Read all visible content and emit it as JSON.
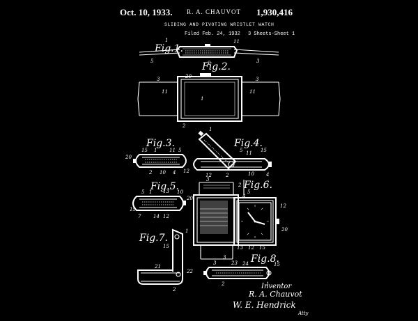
{
  "header": {
    "date": "Oct. 10, 1933.",
    "inventor_name": "R. A. CHAUVOT",
    "patent_number": "1,930,416",
    "title": "SLIDING AND PIVOTING WRISTLET WATCH",
    "filed": "Filed Feb. 24, 1932",
    "sheets": "3 Sheets-Sheet 1"
  },
  "figures": {
    "fig1": "Fig.1.",
    "fig2": "Fig.2.",
    "fig3": "Fig.3.",
    "fig4": "Fig.4.",
    "fig5": "Fig.5.",
    "fig6": "Fig.6.",
    "fig7": "Fig.7.",
    "fig8": "Fig.8."
  },
  "refs": {
    "r_1": "1",
    "r_2": "2",
    "r_3": "3",
    "r_4": "4",
    "r_5": "5",
    "r_7": "7",
    "r_10": "10",
    "r_11": "11",
    "r_12": "12",
    "r_13": "13",
    "r_14": "14",
    "r_15": "15",
    "r_20": "20",
    "r_21": "21",
    "r_22": "22",
    "r_23": "23",
    "r_24": "24"
  },
  "signature": {
    "inventor_label": "Inventor",
    "inventor_sig": "R. A. Chauvot",
    "attorney_sig": "W. E. Hendrick",
    "attorney_suffix": "Atty"
  },
  "colors": {
    "background": "#000000",
    "ink": "#ffffff"
  }
}
